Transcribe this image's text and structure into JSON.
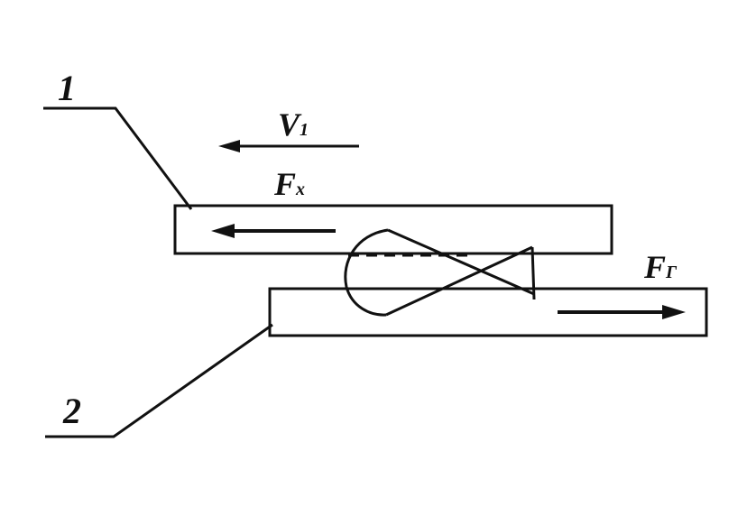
{
  "labels": {
    "part1": "1",
    "part2": "2",
    "velocity": {
      "symbol": "V",
      "subscript": "1"
    },
    "force_x": {
      "symbol": "F",
      "subscript": "x"
    },
    "force_g": {
      "symbol": "F",
      "subscript": "Г"
    }
  },
  "style": {
    "ink": "#111111",
    "paper": "#ffffff"
  }
}
